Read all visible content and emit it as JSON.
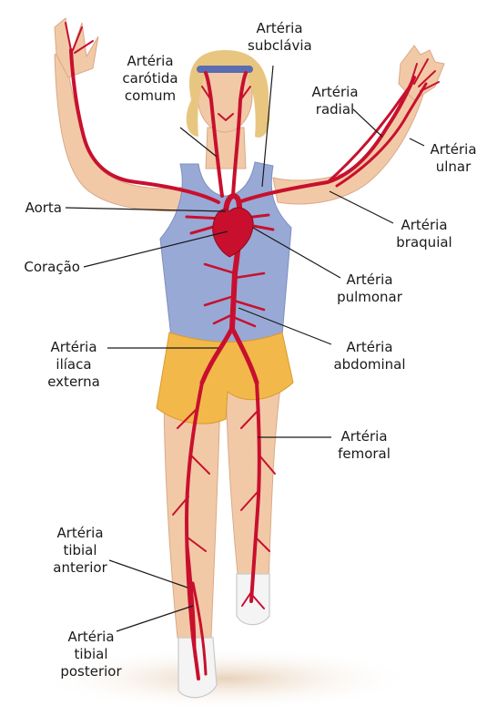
{
  "labels": {
    "carotida": "Artéria\ncarótida\ncomum",
    "subclavia": "Artéria\nsubclávia",
    "radial": "Artéria\nradial",
    "ulnar": "Artéria\nulnar",
    "aorta": "Aorta",
    "coracao": "Coração",
    "braquial": "Artéria\nbraquial",
    "pulmonar": "Artéria\npulmonar",
    "iliaca": "Artéria\nilíaca\nexterna",
    "abdominal": "Artéria\nabdominal",
    "femoral": "Artéria\nfemoral",
    "tibial_anterior": "Artéria\ntibial\nanterior",
    "tibial_posterior": "Artéria\ntibial\nposterior"
  },
  "colors": {
    "artery": "#c8102e",
    "skin": "#f2c9a6",
    "tank_top": "#98a9d6",
    "shorts": "#f3b84a",
    "hair": "#e8c680",
    "leader": "#1a1a1a",
    "ground": "#e9d9c7"
  }
}
